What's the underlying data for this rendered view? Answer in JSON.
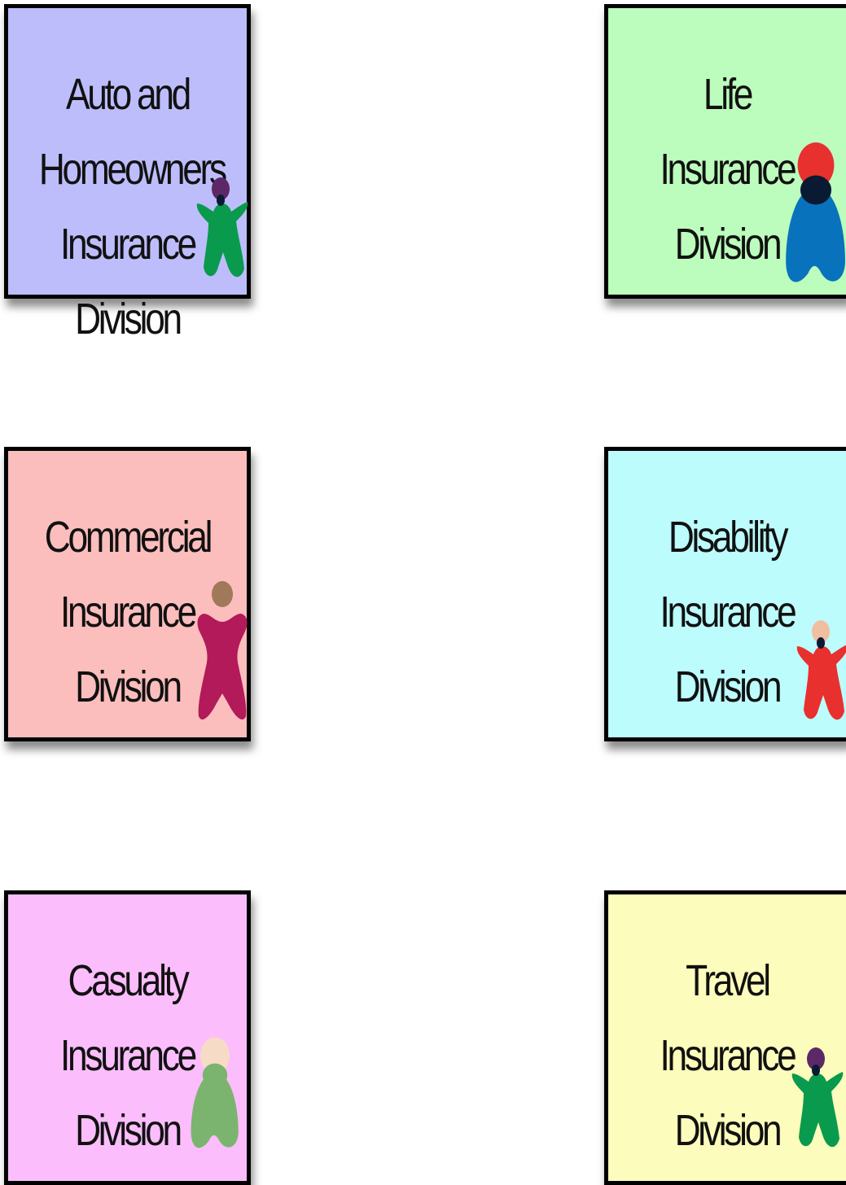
{
  "cards": [
    {
      "id": "auto",
      "title_line1": "Auto and Homeowners",
      "title_line2": "Insurance Division",
      "bg": "#bdbdfc",
      "figure": {
        "type": "star-person",
        "head": "#5c2867",
        "body": "#0a9a4e"
      }
    },
    {
      "id": "life",
      "title_line1": "Life Insurance Division",
      "title_line2": "",
      "bg": "#bcfcbc",
      "figure": {
        "type": "bell-person",
        "head": "#e8302f",
        "body": "#0972bc",
        "neck": "#0a1a33"
      }
    },
    {
      "id": "commercial",
      "title_line1": "Commercial Insurance",
      "title_line2": "Division",
      "bg": "#fcbdbd",
      "figure": {
        "type": "x-person",
        "head": "#a0795a",
        "body": "#b21a59"
      }
    },
    {
      "id": "disability",
      "title_line1": "Disability Insurance",
      "title_line2": "Division",
      "bg": "#bcfcfc",
      "figure": {
        "type": "star-person",
        "head": "#f1bfa0",
        "body": "#e8302f"
      }
    },
    {
      "id": "casualty",
      "title_line1": "Casualty Insurance",
      "title_line2": "Division",
      "bg": "#fcbdfc",
      "figure": {
        "type": "bell-person",
        "head": "#f6dcc6",
        "body": "#7bb46e",
        "neck": "#7bb46e"
      }
    },
    {
      "id": "travel",
      "title_line1": "Travel Insurance",
      "title_line2": "Division",
      "bg": "#fcfcbc",
      "figure": {
        "type": "star-person",
        "head": "#5c2867",
        "body": "#0a9a4e"
      }
    }
  ]
}
